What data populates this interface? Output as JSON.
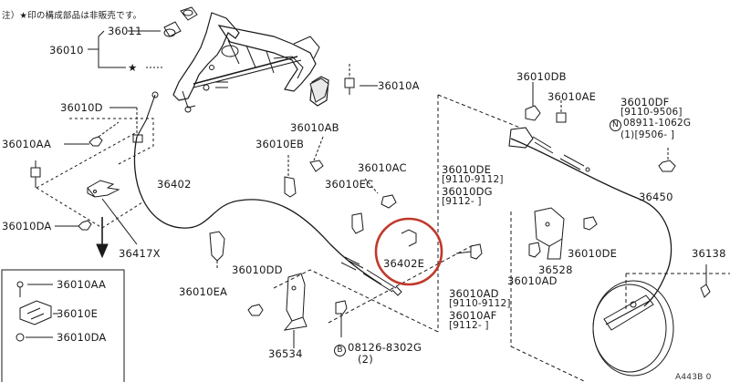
{
  "note": "注）★印の構成部品は非販売です。",
  "labels": {
    "l36010": "36010",
    "l36011": "36011",
    "l36010D": "36010D",
    "l36010AA": "36010AA",
    "l36010DA": "36010DA",
    "l36417X": "36417X",
    "l36402": "36402",
    "l36010EB": "36010EB",
    "l36010AB": "36010AB",
    "l36010A": "36010A",
    "l36010AC": "36010AC",
    "l36010EC": "36010EC",
    "l36010DD": "36010DD",
    "l36010EA": "36010EA",
    "l36534": "36534",
    "l08126": "08126-8302G",
    "l08126q": "(2)",
    "l36402E": "36402E",
    "l36010DB": "36010DB",
    "l36010AE": "36010AE",
    "l36010DF": "36010DF",
    "l9110_9506": "[9110-9506]",
    "l08911": "08911-1062G",
    "l9506": "(1)[9506-      ]",
    "l36010DE_left": "36010DE",
    "l9110_9112a": "[9110-9112]",
    "l36010DG": "36010DG",
    "l9112a": "[9112-      ]",
    "l36450": "36450",
    "l36138": "36138",
    "l36528": "36528",
    "l36010DE_right": "36010DE",
    "l36010AD_a": "36010AD",
    "l36010AD_b": "36010AD",
    "l9110_9112b": "[9110-9112]",
    "l36010AF": "36010AF",
    "l9112b": "[9112-      ]",
    "inset_36010AA": "36010AA",
    "inset_36010E": "36010E",
    "inset_36010DA": "36010DA",
    "figure_code": "A443B 0"
  },
  "markers": {
    "star": "★",
    "circle_n": "N",
    "circle_b": "B"
  },
  "colors": {
    "line": "#1a1a1a",
    "highlight_ring": "#c0392b",
    "background": "#ffffff"
  }
}
